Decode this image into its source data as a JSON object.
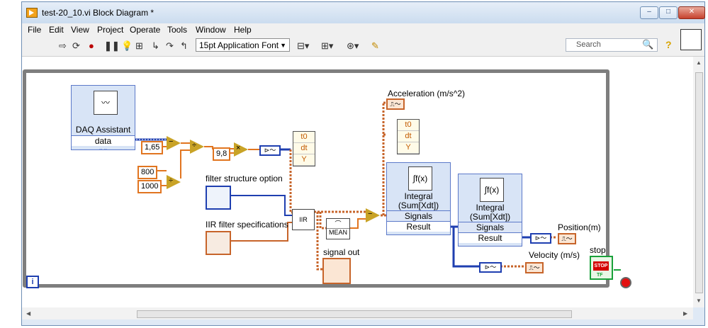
{
  "window": {
    "title": "test-20_10.vi Block Diagram *",
    "min": "–",
    "max": "□",
    "close": "✕"
  },
  "menu": [
    "File",
    "Edit",
    "View",
    "Project",
    "Operate",
    "Tools",
    "Window",
    "Help"
  ],
  "toolbar": {
    "font": "15pt Application Font",
    "search_placeholder": "Search"
  },
  "diagram": {
    "daq": {
      "name": "DAQ Assistant",
      "output": "data"
    },
    "constants": [
      "1,65",
      "9,8",
      "800",
      "1000"
    ],
    "labels": {
      "acceleration": "Acceleration (m/s^2)",
      "filter_option": "filter structure option",
      "iir_spec": "IIR filter specifications",
      "signal_out": "signal out",
      "position": "Position(m)",
      "velocity": "Velocity (m/s)",
      "stop": "stop"
    },
    "integral1": {
      "name": "Integral\n(Sum[Xdt])",
      "line1": "Integral",
      "line2": "(Sum[Xdt])",
      "signals": "Signals",
      "result": "Result"
    },
    "integral2": {
      "line1": "Integral",
      "line2": "(Sum[Xdt])",
      "signals": "Signals",
      "result": "Result"
    },
    "bundle": [
      "t0",
      "dt",
      "Y"
    ],
    "mean": "MEAN",
    "iir": "IIR",
    "iteration": "i",
    "stop_face": "STOP",
    "stop_tf": "TF"
  },
  "colors": {
    "wire_dynamic": "#1f3fb0",
    "wire_numeric": "#e17520",
    "loop_border": "#7e7e7e"
  },
  "icons": [
    "run-arrow-icon",
    "run-continuous-icon",
    "abort-icon",
    "pause-icon",
    "highlight-icon",
    "retain-wire-icon",
    "step-into-icon",
    "step-over-icon",
    "step-out-icon",
    "align-icon",
    "distribute-icon",
    "reorder-icon",
    "cleanup-icon",
    "search-icon",
    "help-icon"
  ]
}
